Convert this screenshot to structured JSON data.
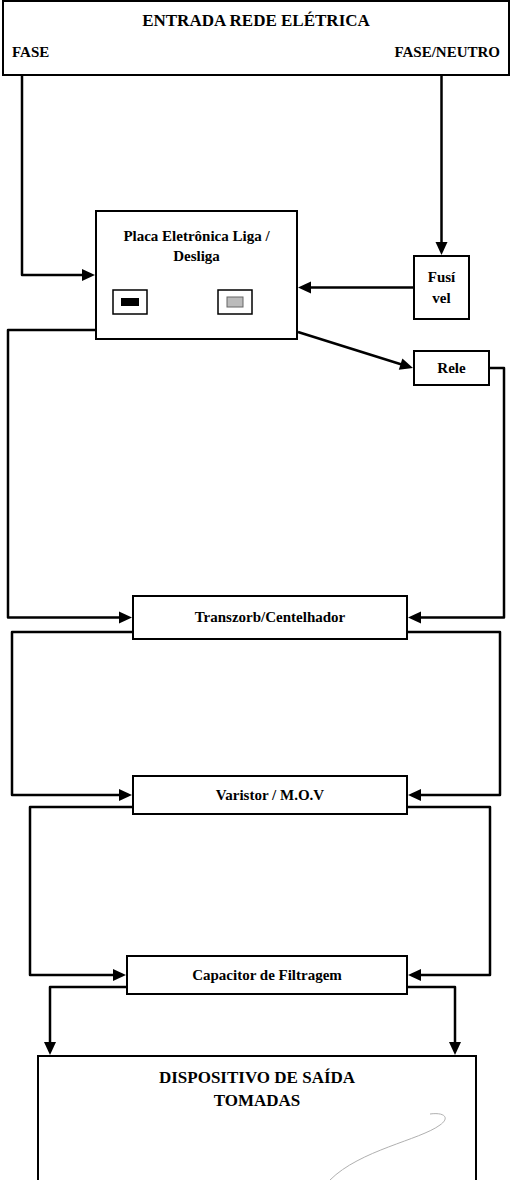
{
  "diagram": {
    "nodes": [
      {
        "text": [
          "ENTRADA REDE ELÉTRICA",
          "FASE",
          "FASE/NEUTRO"
        ]
      },
      {
        "text": [
          "Placa Eletrônica Liga / Desliga"
        ]
      },
      {
        "text": [
          "Fusí vel"
        ]
      },
      {
        "text": [
          "Rele"
        ]
      },
      {
        "text": [
          "Transzorb/Centelhador"
        ]
      },
      {
        "text": [
          "Varistor / M.O.V"
        ]
      },
      {
        "text": [
          "Capacitor de Filtragem"
        ]
      },
      {
        "text": [
          "DISPOSITIVO DE SAÍDA TOMADAS"
        ]
      }
    ],
    "edges": [
      {
        "from": 0,
        "to": 1,
        "arrow": "to"
      },
      {
        "from": 0,
        "to": 2,
        "arrow": "to"
      },
      {
        "from": 2,
        "to": 1,
        "arrow": "to"
      },
      {
        "from": 1,
        "to": 3,
        "arrow": "to"
      },
      {
        "from": 1,
        "to": 4,
        "arrow": "to"
      },
      {
        "from": 3,
        "to": 4,
        "arrow": "to"
      },
      {
        "from": 4,
        "to": 5,
        "arrow": "to"
      },
      {
        "from": 4,
        "to": 5,
        "arrow": "to"
      },
      {
        "from": 5,
        "to": 6,
        "arrow": "to"
      },
      {
        "from": 5,
        "to": 6,
        "arrow": "to"
      },
      {
        "from": 6,
        "to": 7,
        "arrow": "to"
      },
      {
        "from": 6,
        "to": 7,
        "arrow": "to"
      }
    ]
  }
}
